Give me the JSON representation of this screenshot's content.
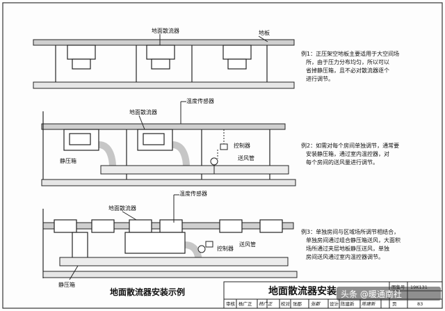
{
  "labels": {
    "diffuser_1": "地面散流器",
    "floor": "地板",
    "temp_sensor_2": "温度传感器",
    "diffuser_2": "地面散流器",
    "controller_2": "控制器",
    "supply_duct_2": "送风管",
    "static_box_2": "静压箱",
    "temp_sensor_3": "温度传感器",
    "diffuser_3": "地面散流器",
    "controller_3": "控制器",
    "supply_duct_3": "送风管",
    "static_box_3": "静压箱",
    "caption": "地面散流器安装示例"
  },
  "notes": {
    "example1": [
      "例1：正压架空地板主要适用于大空间场",
      "所，由于压力分布均匀，所以可以",
      "省掉静压箱，且不必对散流器逐个",
      "进行调节。"
    ],
    "example2": [
      "例2：如需对每个房间单独调节，通常要",
      "安装静压箱，通过室内温控器，对",
      "每个房间的送风量进行调节。"
    ],
    "example3": [
      "例3：单独房间与区域场所调节相结合，",
      "单独房间通过组合静压箱送风，大面积",
      "场所通过夹层地板静压送风，单独",
      "房间送风通过室内温控器调节。"
    ]
  },
  "title_block": {
    "title": "地面散流器安装",
    "atlas_label": "图集号",
    "atlas_no": "19K131",
    "review_label": "审核",
    "reviewer": "杨广正",
    "reviewer_sig": "杨广正",
    "check_label": "校对",
    "checker": "张郡",
    "checker_sig": "张郡",
    "design_label": "设计",
    "designer": "陈建新",
    "designer_sig": "陈建新",
    "page_label": "页",
    "page_no": "83"
  },
  "watermark": "头条 @暖通南社"
}
